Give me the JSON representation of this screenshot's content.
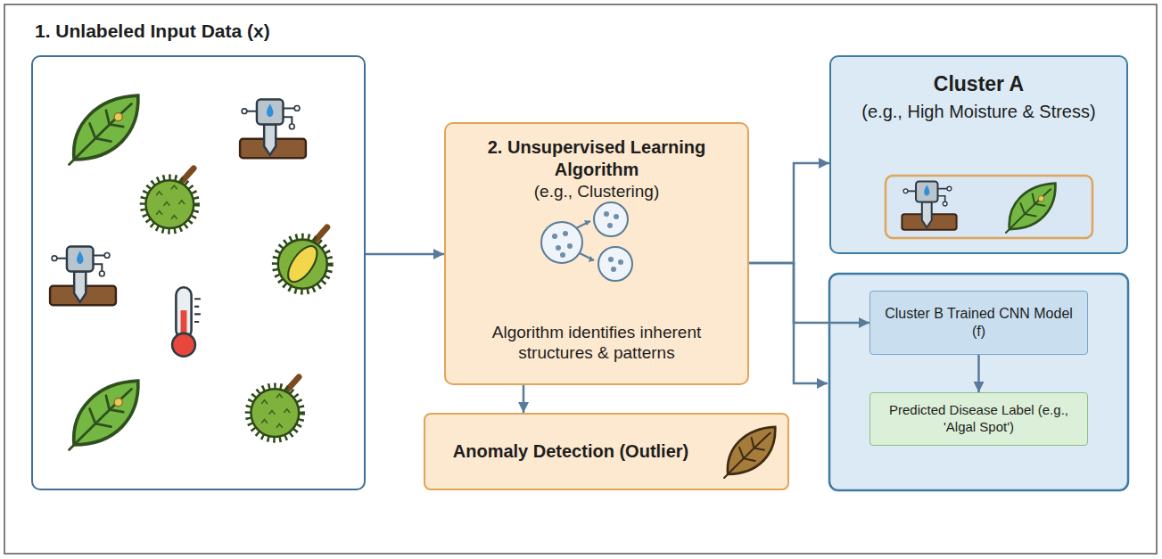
{
  "diagram": {
    "nodes": [
      {
        "text": [
          "1. Unlabeled Input Data (x)"
        ]
      },
      {
        "text": [
          "2. Unsupervised Learning Algorithm",
          "(e.g., Clustering)",
          "Algorithm identifies inherent structures & patterns"
        ]
      },
      {
        "text": [
          "Anomaly Detection (Outlier)"
        ]
      },
      {
        "text": [
          "Cluster A",
          "(e.g., High Moisture & Stress)"
        ]
      },
      {
        "text": [
          "Cluster B Trained CNN Model (f)"
        ]
      },
      {
        "text": [
          "Predicted Disease Label (e.g., 'Algal Spot')"
        ]
      }
    ],
    "edges": [
      {
        "from": 0,
        "to": 1,
        "arrow": "to"
      },
      {
        "from": 1,
        "to": 2,
        "arrow": "to"
      },
      {
        "from": 1,
        "to": 3,
        "arrow": "to"
      },
      {
        "from": 1,
        "to": 4,
        "arrow": "to"
      },
      {
        "from": 4,
        "to": 5,
        "arrow": "to"
      }
    ]
  }
}
